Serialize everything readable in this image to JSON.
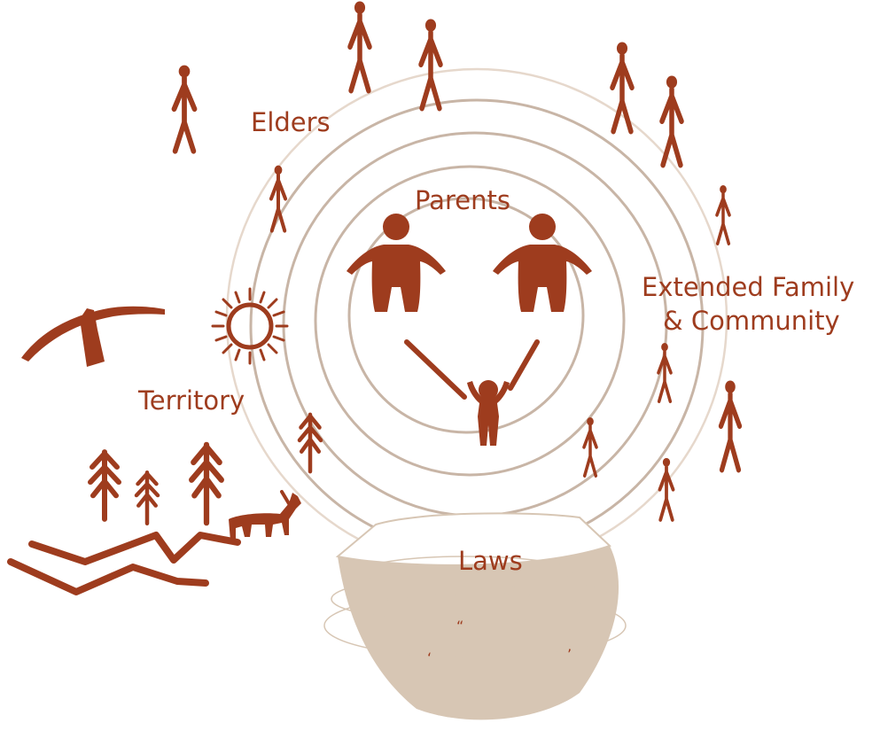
{
  "labels": {
    "elders": "Elders",
    "parents": "Parents",
    "extended_line1": "Extended Family",
    "extended_line2": "& Community",
    "territory": "Territory",
    "laws": "Laws"
  },
  "bowl_marks": {
    "open_quote": "“",
    "tick_left": "‘",
    "tick_right": "’"
  },
  "icons": {
    "adult": "adult-figure-icon",
    "child": "child-figure-icon",
    "stick": "stick-figure-icon",
    "sun": "sun-icon",
    "tree": "tree-icon",
    "bird": "bird-icon",
    "animal": "four-legged-animal-icon",
    "water": "water-lines-icon",
    "bowl": "coolamon-bowl-icon"
  },
  "colors": {
    "figure": "#9e3c1e",
    "label": "#9e3c1e",
    "ring": "#c8b5a6",
    "ring_light": "#e6d8cc",
    "bowl": "#d7c6b4"
  }
}
